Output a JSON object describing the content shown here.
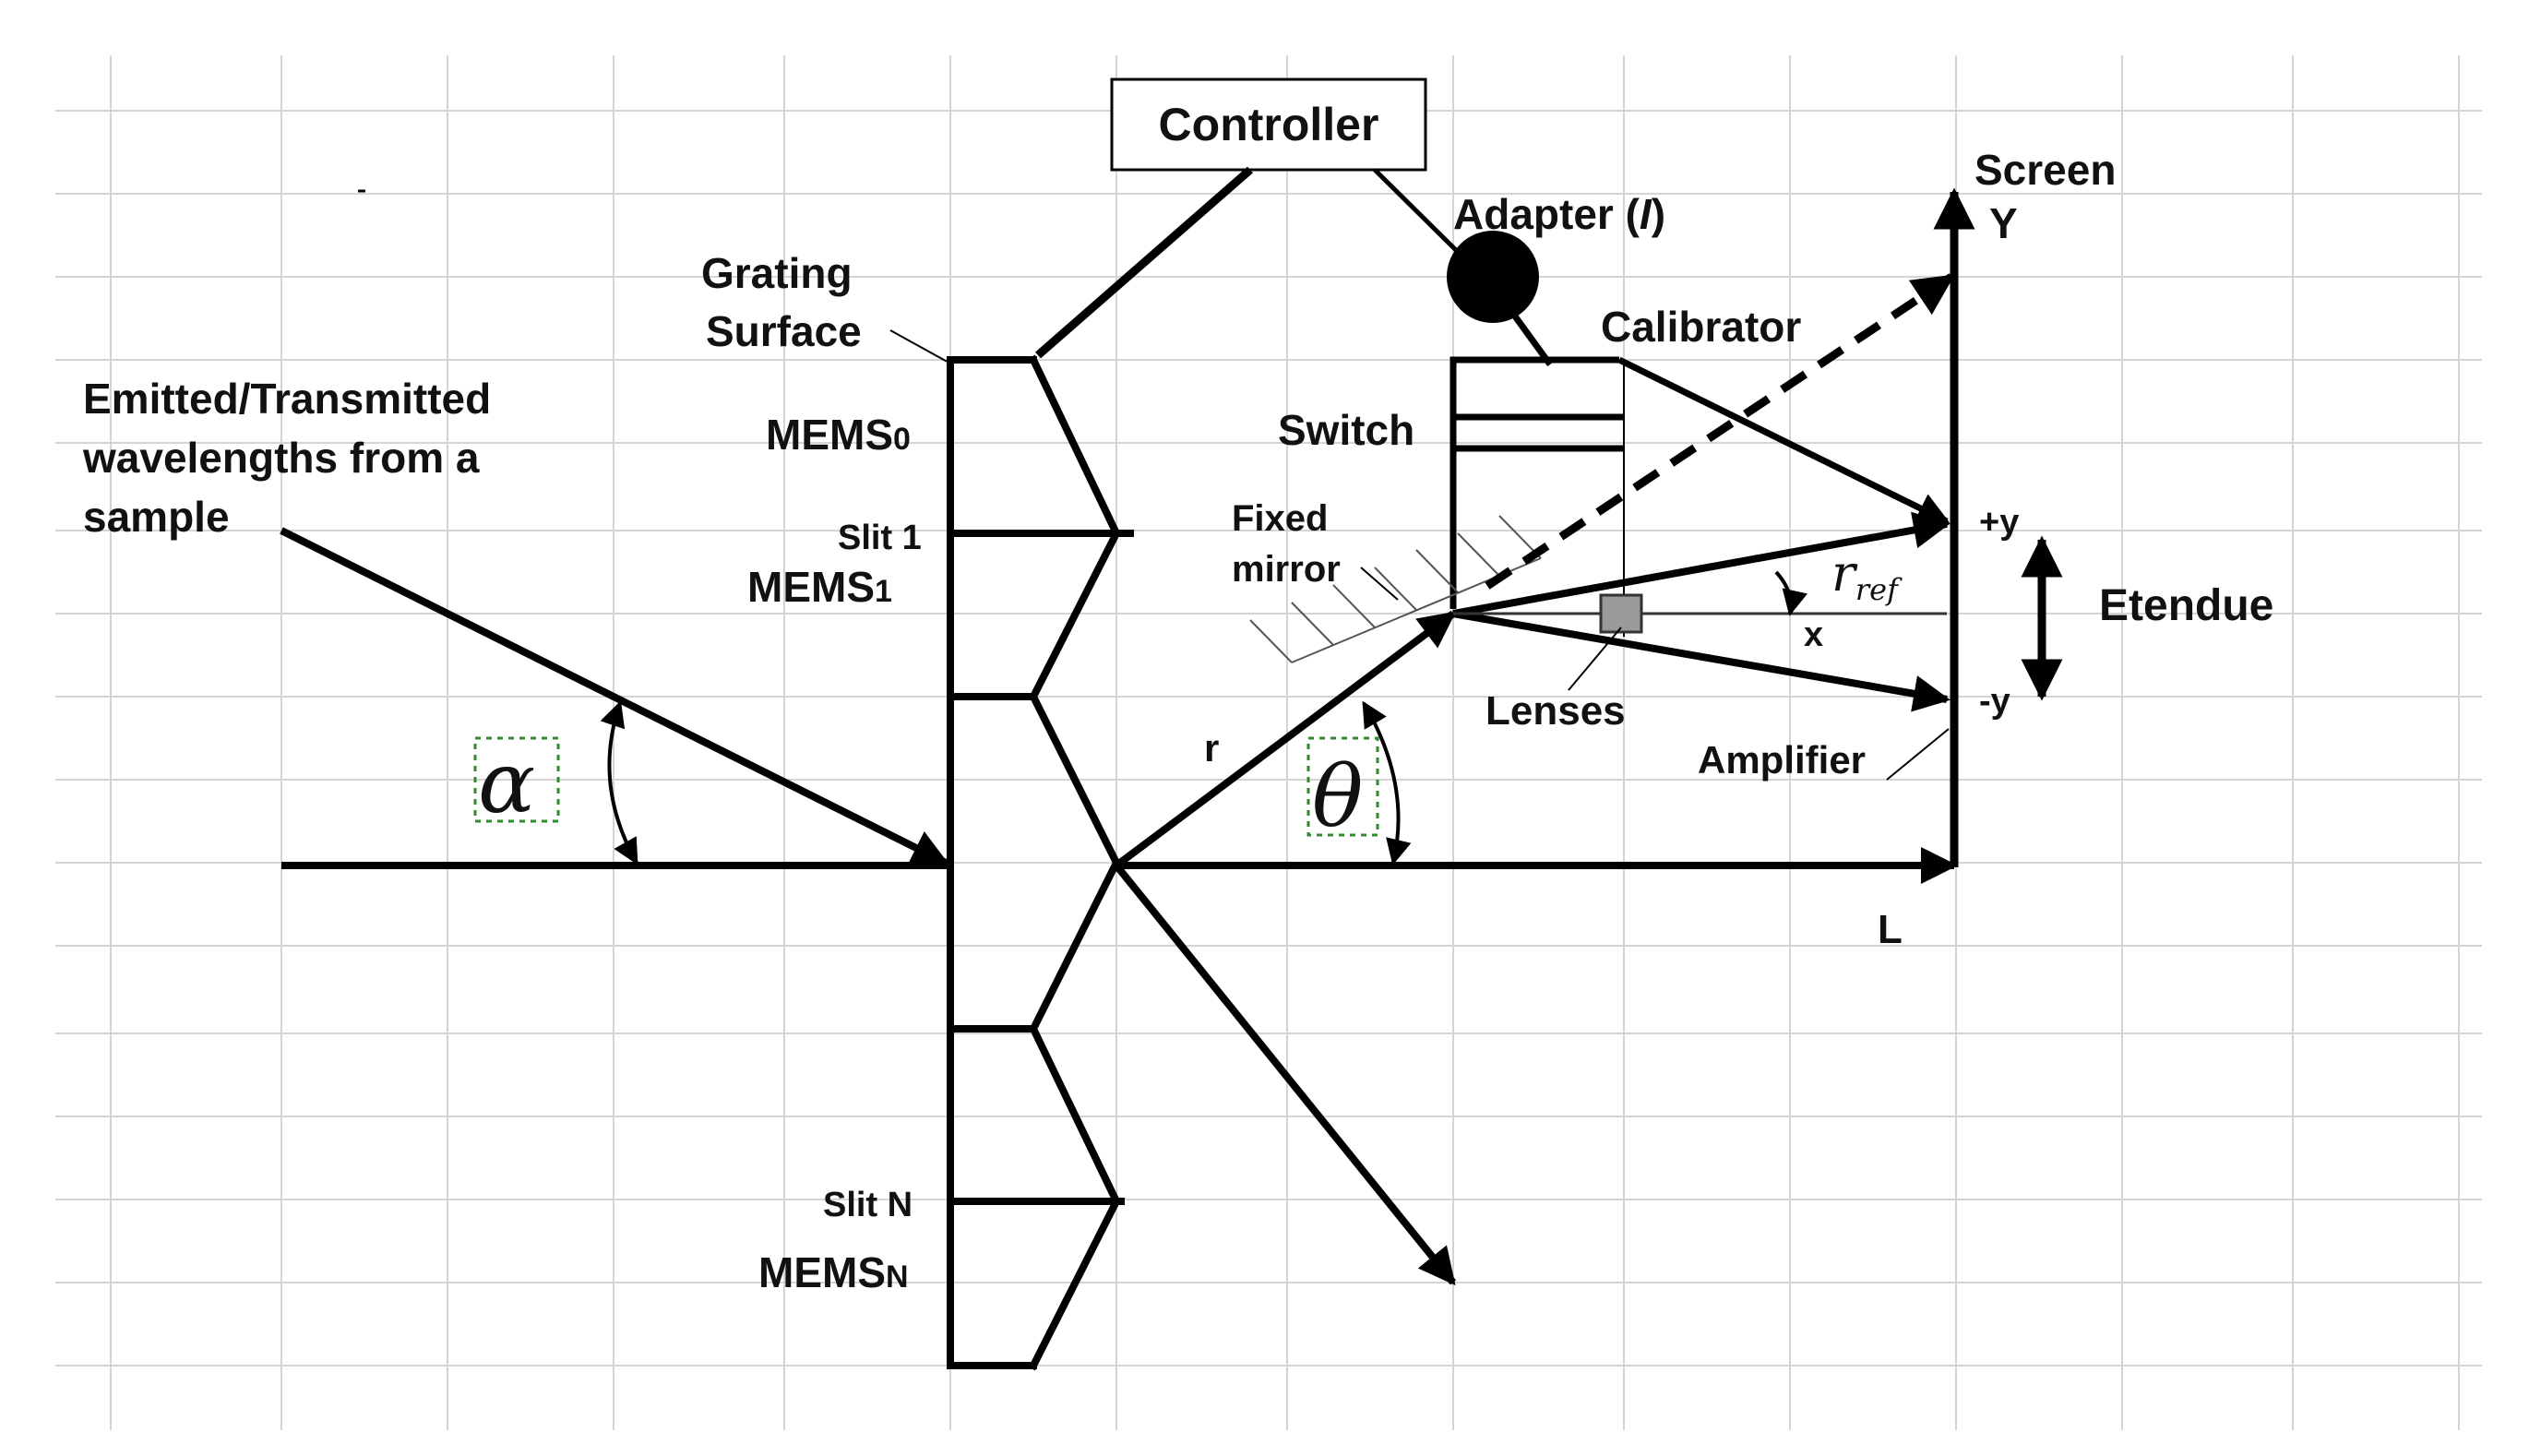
{
  "labels": {
    "controller": "Controller",
    "screen": "Screen",
    "y_axis": "Y",
    "adapter_prefix": "Adapter (",
    "adapter_symbol": "I",
    "adapter_suffix": ")",
    "calibrator": "Calibrator",
    "grating_line1": "Grating",
    "grating_line2": "Surface",
    "source_line1": "Emitted/Transmitted",
    "source_line2": "wavelengths from a",
    "source_line3": "sample",
    "mems0_base": "MEMS",
    "mems0_sub": "0",
    "switch": "Switch",
    "slit1": "Slit 1",
    "mems1_base": "MEMS",
    "mems1_sub": "1",
    "fixed_mirror_line1": "Fixed",
    "fixed_mirror_line2": "mirror",
    "plus_y": "+y",
    "r_ref_base": "r",
    "r_ref_sub": "ref",
    "etendue": "Etendue",
    "x": "x",
    "lenses": "Lenses",
    "minus_y": "-y",
    "r": "r",
    "amplifier": "Amplifier",
    "alpha": "α",
    "theta": "θ",
    "L": "L",
    "slitN": "Slit N",
    "memsN_base": "MEMS",
    "memsN_sub": "N"
  },
  "colors": {
    "ink": "#000000",
    "grid": "#d4d4d4",
    "lens_fill": "#9a9a9a",
    "symbol_highlight": "#2e8b2e"
  }
}
